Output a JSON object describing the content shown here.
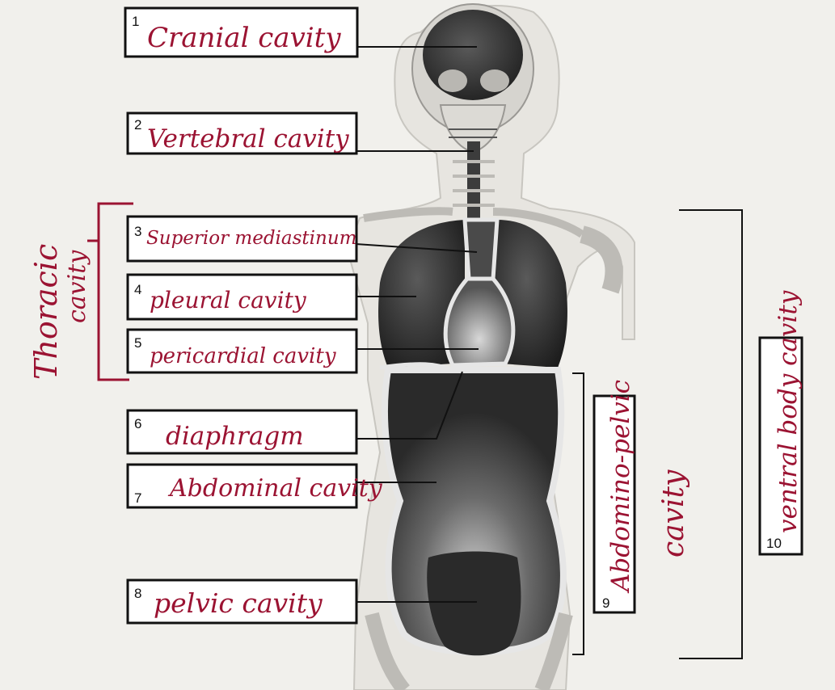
{
  "labels": [
    {
      "number": "1",
      "answer": "Cranial cavity"
    },
    {
      "number": "2",
      "answer": "Vertebral cavity"
    },
    {
      "number": "3",
      "answer": "Superior mediastinum"
    },
    {
      "number": "4",
      "answer": "pleural cavity"
    },
    {
      "number": "5",
      "answer": "pericardial cavity"
    },
    {
      "number": "6",
      "answer": "diaphragm"
    },
    {
      "number": "7",
      "answer": "Abdominal cavity"
    },
    {
      "number": "8",
      "answer": "pelvic cavity"
    },
    {
      "number": "9",
      "answer": "Abdomino-pelvic"
    },
    {
      "number": "10",
      "answer": "ventral body cavity"
    }
  ],
  "notes": {
    "thoracic": "Thoracic",
    "thoracic_2": "cavity",
    "abdomino_pelvic_2": "cavity"
  },
  "colors": {
    "ink": "#9b1332",
    "box_border": "#111111",
    "cavity_dark": "#2e2e2e"
  }
}
